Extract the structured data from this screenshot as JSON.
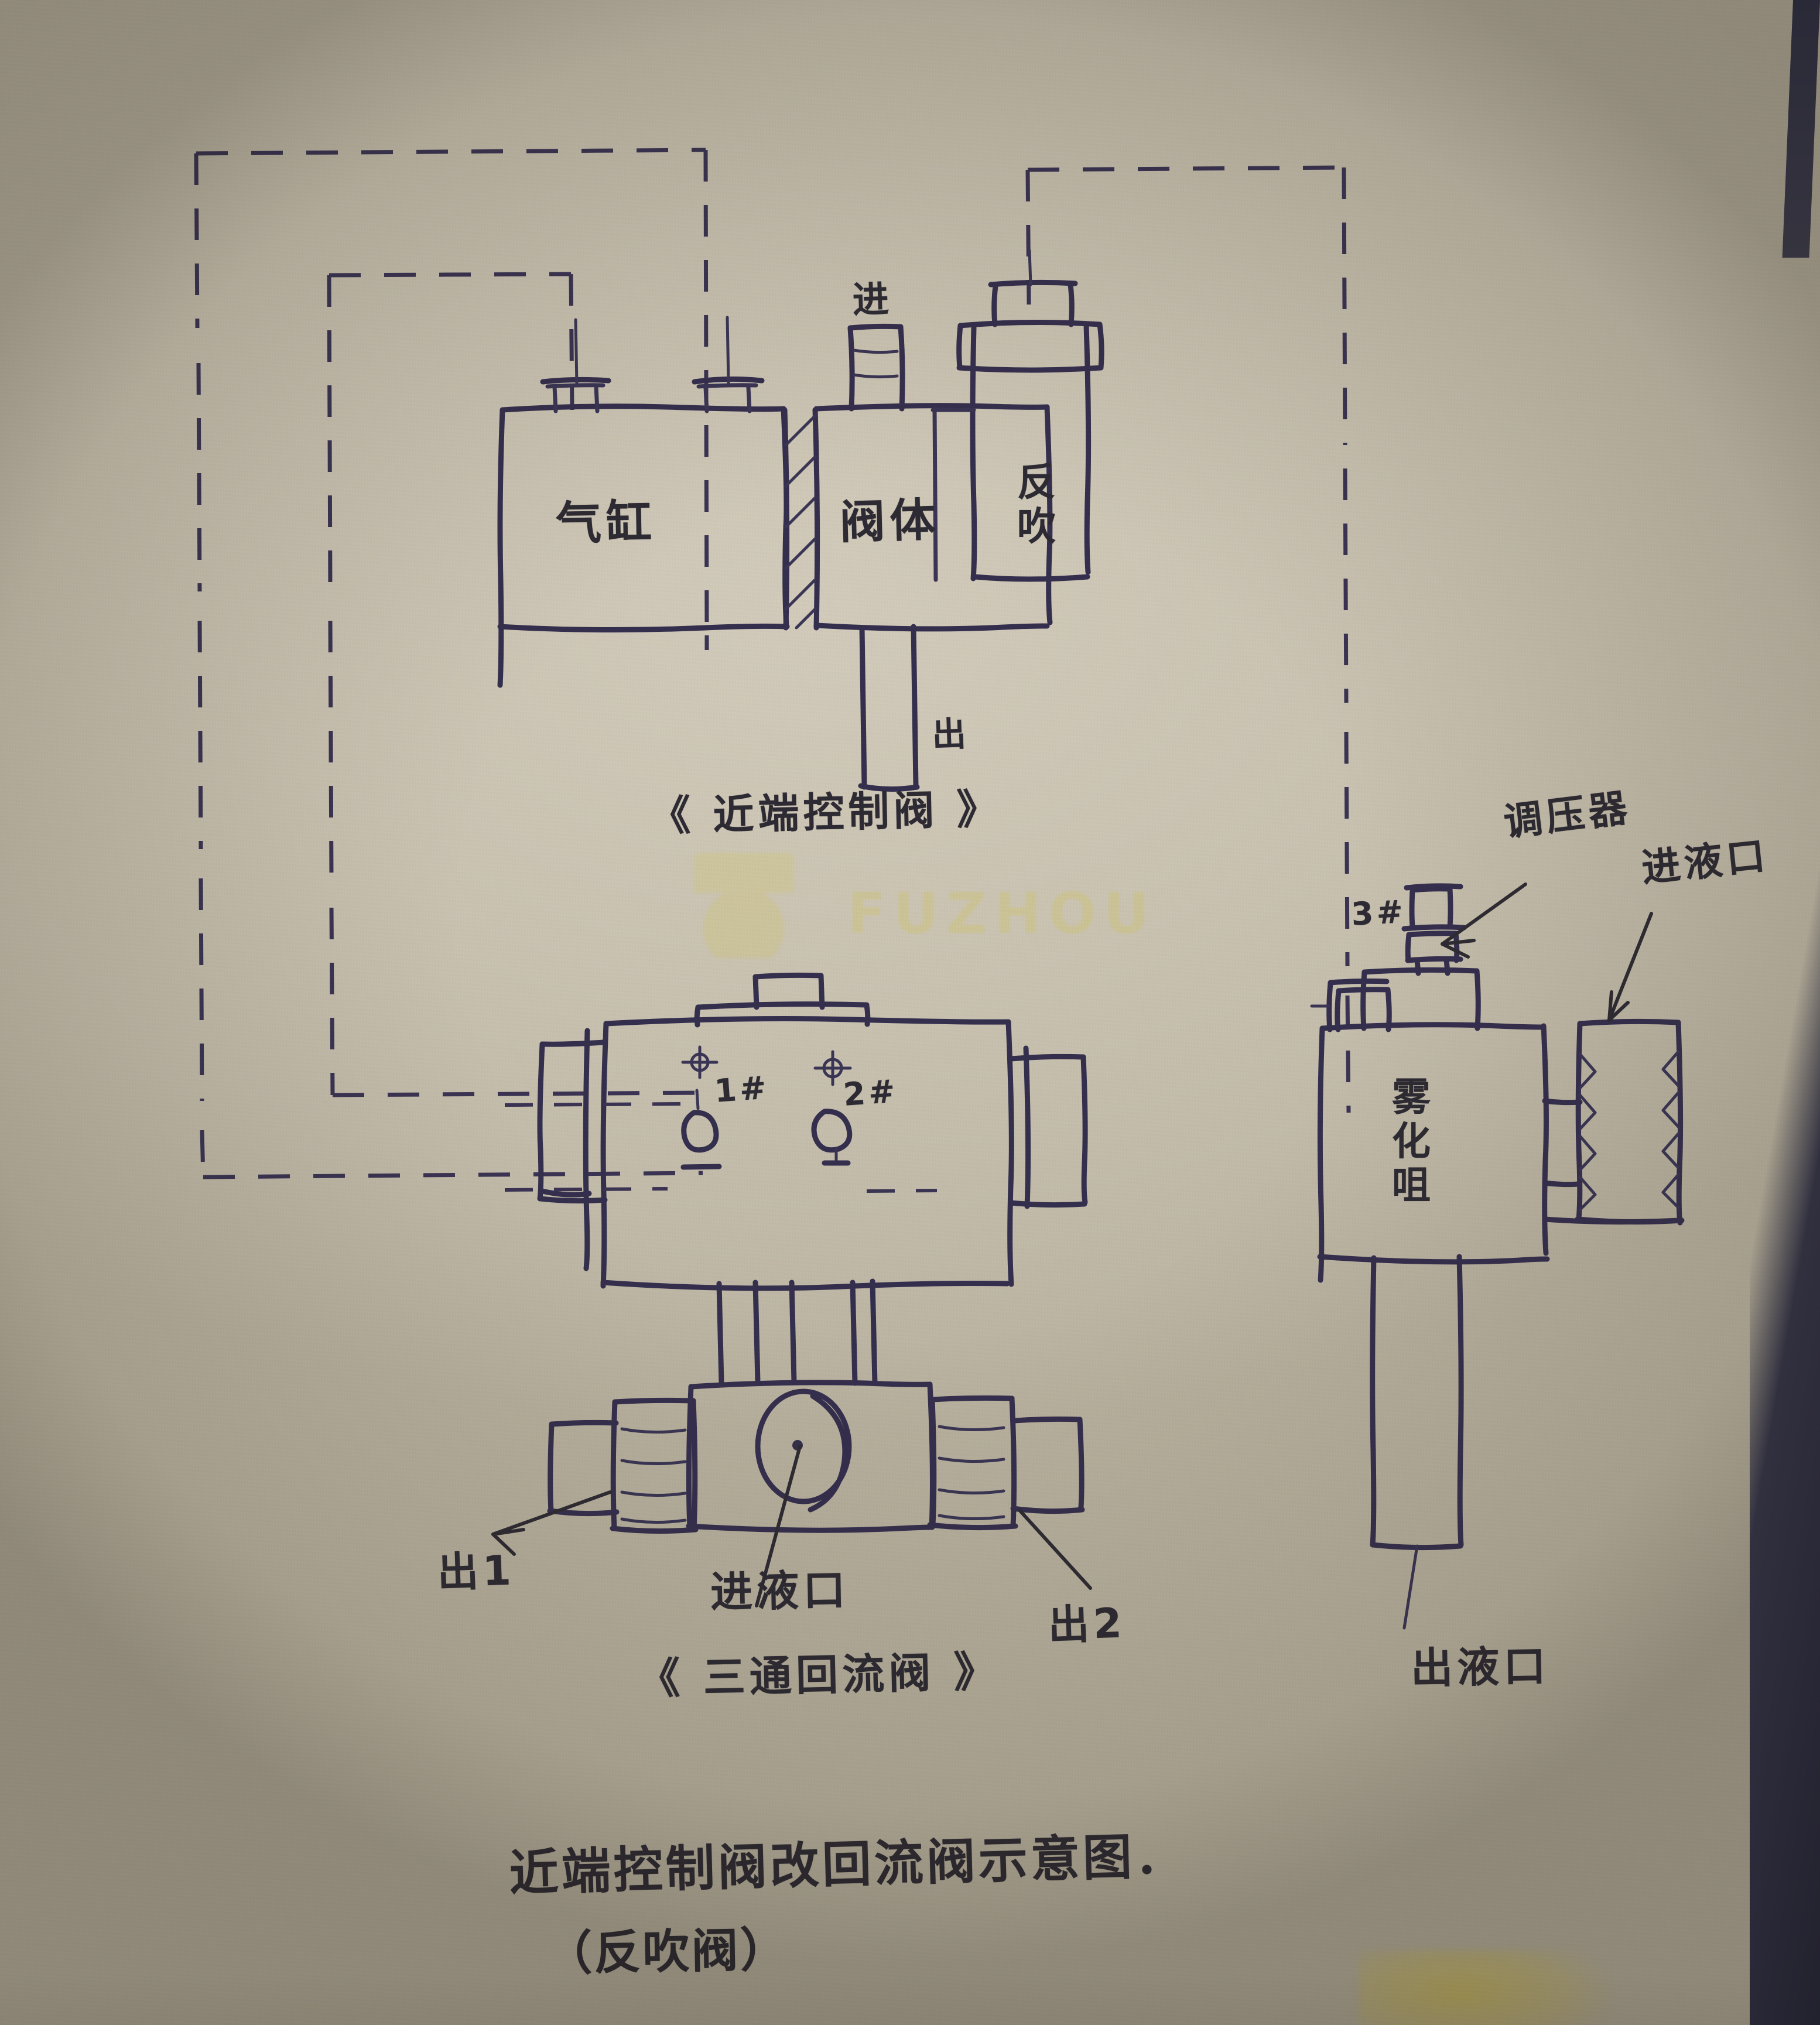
{
  "document": {
    "kind": "hand-drawn-schematic",
    "title_main": "近端控制阀改回流阀示意图．",
    "title_sub": "（反吹阀）",
    "ink_color": "#3a3554",
    "paper_color": "#cac3b2",
    "watermark_text": "FUZHOU"
  },
  "assembly_top": {
    "caption": "《 近端控制阀 》",
    "cylinder_label": "气缸",
    "valve_body_label": "阀体",
    "purge_label": "反吹",
    "inlet_label": "进",
    "outlet_label": "出"
  },
  "assembly_middle": {
    "caption": "《 三通回流阀 》",
    "port1_label": "1#",
    "port2_label": "2#",
    "outlet1_label": "出1",
    "outlet2_label": "出2",
    "liquid_inlet_label": "进液口"
  },
  "assembly_right": {
    "regulator_label": "调压器",
    "port3_label": "3#",
    "nozzle_label": "雾化咀",
    "liquid_inlet_label": "进液口",
    "liquid_outlet_label": "出液口"
  }
}
